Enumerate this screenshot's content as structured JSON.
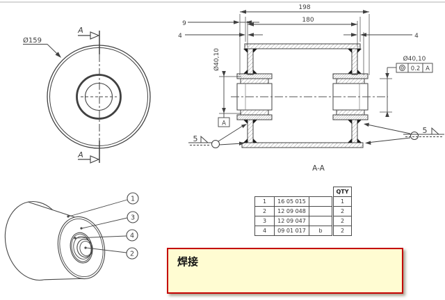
{
  "front_view": {
    "diameter": "Ø159",
    "arrow_top": "A",
    "arrow_bottom": "A"
  },
  "section_view": {
    "title": "A-A",
    "dim_overall": "198",
    "dim_tube": "180",
    "dim_hub_offset": "9",
    "dim_wall_left": "4",
    "dim_wall_right": "4",
    "dim_bore_left": "Ø40,10",
    "datum": "A",
    "fcf": {
      "diameter": "Ø40,10",
      "symbol_name": "concentricity-icon",
      "tolerance": "0.2",
      "datum_ref": "A"
    },
    "weld_left_size": "5",
    "weld_right_size": "5"
  },
  "iso_view": {
    "balloons": [
      "1",
      "3",
      "4",
      "2"
    ]
  },
  "bom": {
    "qty_header": "QTY",
    "rows": [
      {
        "no": "1",
        "part": "16 05 015",
        "rev": "",
        "qty": "1"
      },
      {
        "no": "2",
        "part": "12 09 048",
        "rev": "",
        "qty": "2"
      },
      {
        "no": "3",
        "part": "12 09 047",
        "rev": "",
        "qty": "2"
      },
      {
        "no": "4",
        "part": "09 01 017",
        "rev": "b",
        "qty": "2"
      }
    ]
  },
  "note": {
    "text": "焊接"
  },
  "colors": {
    "line": "#404040",
    "note_fill": "#fffcd2",
    "note_border": "#c40000"
  }
}
